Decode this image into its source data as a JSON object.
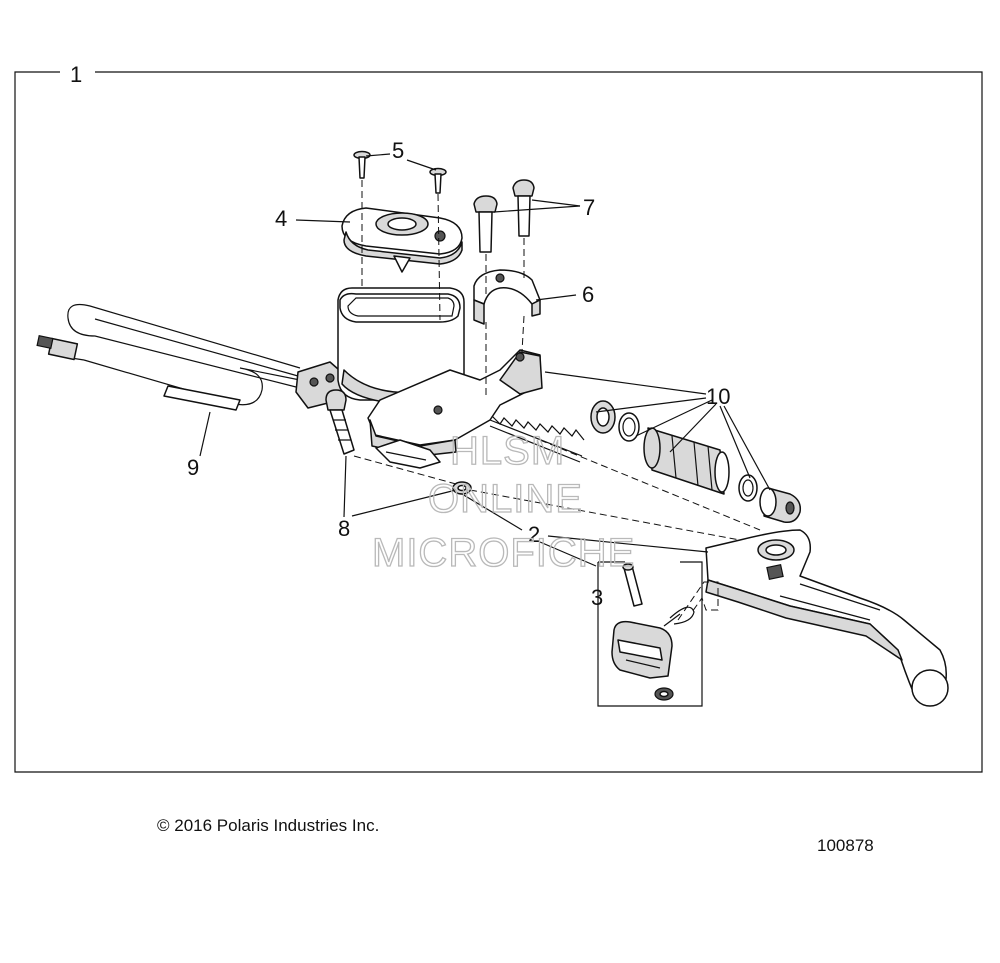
{
  "callouts": {
    "c1": "1",
    "c2": "2",
    "c3": "3",
    "c4": "4",
    "c5": "5",
    "c6": "6",
    "c7": "7",
    "c8": "8",
    "c9": "9",
    "c10": "10"
  },
  "watermark": {
    "line1": "HLSM",
    "line2": "ONLINE",
    "line3": "MICROFICHE"
  },
  "copyright": "© 2016 Polaris Industries Inc.",
  "drawing_number": "100878",
  "colors": {
    "line": "#111111",
    "fill": "#ffffff",
    "shade": "#d9d9d9",
    "watermark": "#b9b9b9"
  }
}
